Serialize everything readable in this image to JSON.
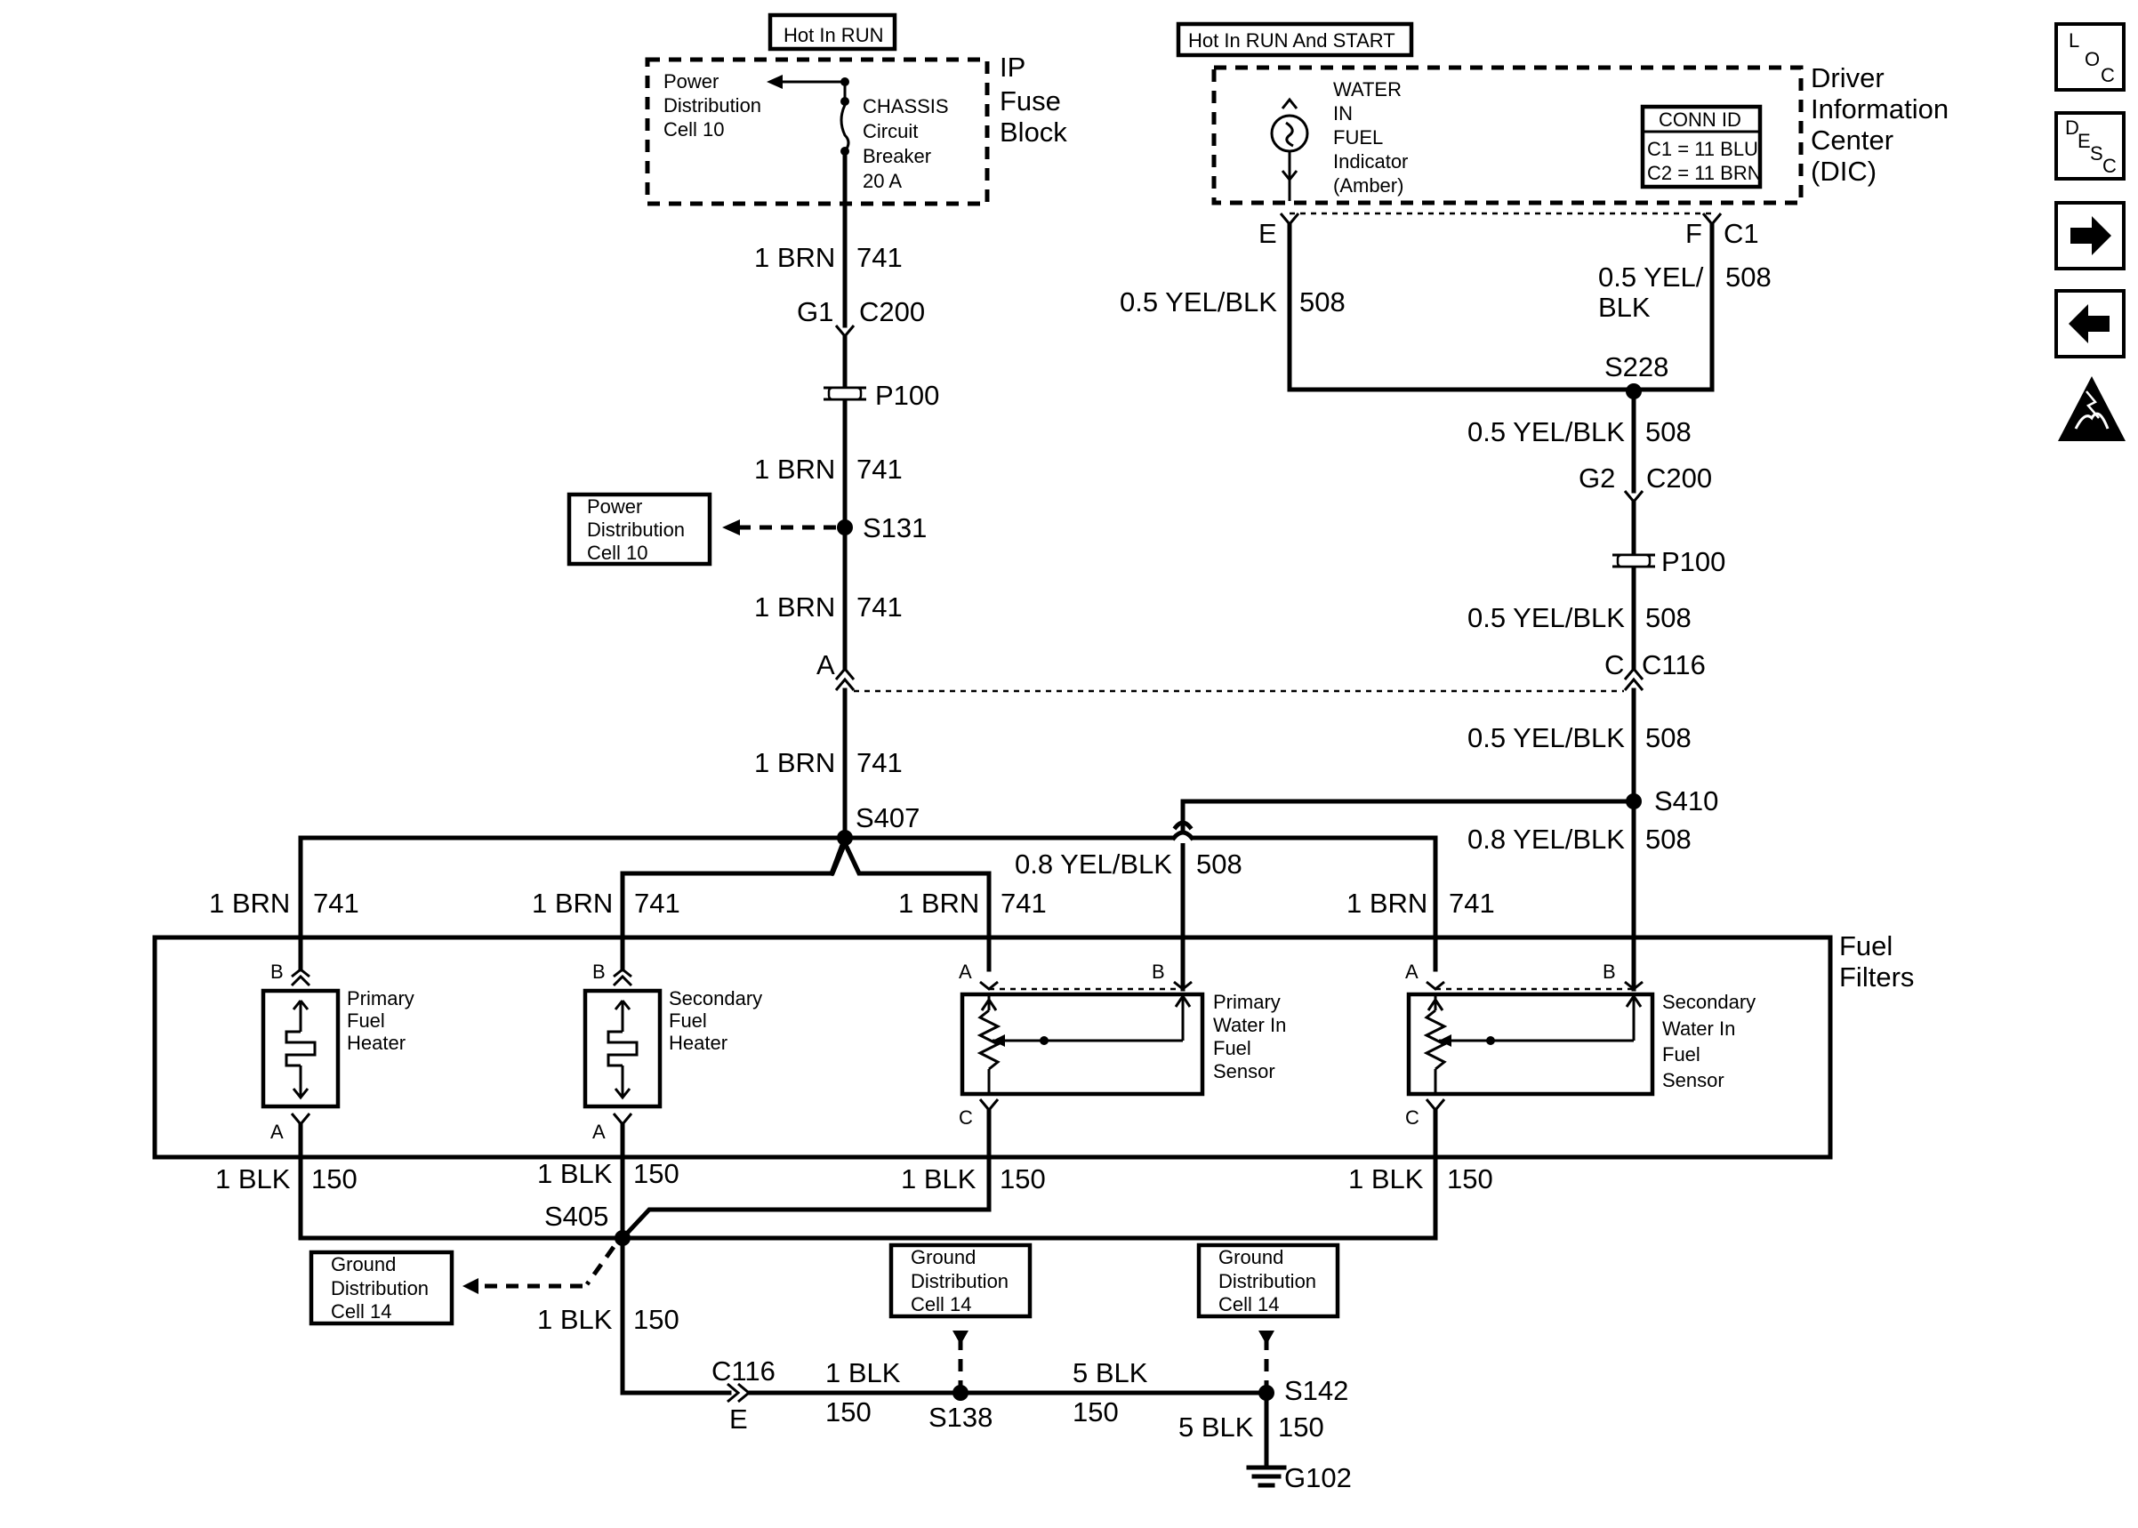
{
  "hot_labels": {
    "run": "Hot In RUN",
    "run_start": "Hot In RUN And START"
  },
  "ip_fuse_block": {
    "title_line1": "IP",
    "title_line2": "Fuse",
    "title_line3": "Block",
    "power_line1": "Power",
    "power_line2": "Distribution",
    "power_line3": "Cell 10",
    "breaker_line1": "CHASSIS",
    "breaker_line2": "Circuit",
    "breaker_line3": "Breaker",
    "breaker_line4": "20 A"
  },
  "dic": {
    "title_line1": "Driver",
    "title_line2": "Information",
    "title_line3": "Center",
    "title_line4": "(DIC)",
    "indicator_line1": "WATER",
    "indicator_line2": "IN",
    "indicator_line3": "FUEL",
    "indicator_line4": "Indicator",
    "indicator_line5": "(Amber)",
    "conn_id_title": "CONN ID",
    "conn_id_c1": "C1 = 11 BLU",
    "conn_id_c2": "C2 = 11 BRN",
    "pin_e": "E",
    "pin_f": "F",
    "conn_c1": "C1"
  },
  "wires": {
    "brn_1": "1 BRN",
    "circuit_741": "741",
    "yel_05": "0.5 YEL/BLK",
    "yel_05_split_a": "0.5 YEL/",
    "yel_05_split_b": "BLK",
    "yel_08": "0.8 YEL/BLK",
    "circuit_508": "508",
    "blk_1": "1 BLK",
    "blk_5": "5 BLK",
    "circuit_150": "150"
  },
  "connectors": {
    "g1": "G1",
    "g2": "G2",
    "c200": "C200",
    "p100": "P100",
    "a": "A",
    "c": "C",
    "c116": "C116",
    "e": "E"
  },
  "splices": {
    "s131": "S131",
    "s228": "S228",
    "s407": "S407",
    "s410": "S410",
    "s405": "S405",
    "s138": "S138",
    "s142": "S142",
    "g102": "G102"
  },
  "ref_boxes": {
    "power_line1": "Power",
    "power_line2": "Distribution",
    "power_line3": "Cell 10",
    "ground_line1": "Ground",
    "ground_line2": "Distribution",
    "ground_line3": "Cell 14"
  },
  "fuel_filters": {
    "title_line1": "Fuel",
    "title_line2": "Filters",
    "pin_a": "A",
    "pin_b": "B",
    "pin_c": "C",
    "primary_heater_line1": "Primary",
    "primary_heater_line2": "Fuel",
    "primary_heater_line3": "Heater",
    "secondary_heater_line1": "Secondary",
    "secondary_heater_line2": "Fuel",
    "secondary_heater_line3": "Heater",
    "primary_sensor_line1": "Primary",
    "primary_sensor_line2": "Water In",
    "primary_sensor_line3": "Fuel",
    "primary_sensor_line4": "Sensor",
    "secondary_sensor_line1": "Secondary",
    "secondary_sensor_line2": "Water In",
    "secondary_sensor_line3": "Fuel",
    "secondary_sensor_line4": "Sensor"
  },
  "nav": {
    "loc_l": "L",
    "loc_o": "O",
    "loc_c": "C",
    "desc_d": "D",
    "desc_e": "E",
    "desc_s": "S",
    "desc_c": "C"
  }
}
